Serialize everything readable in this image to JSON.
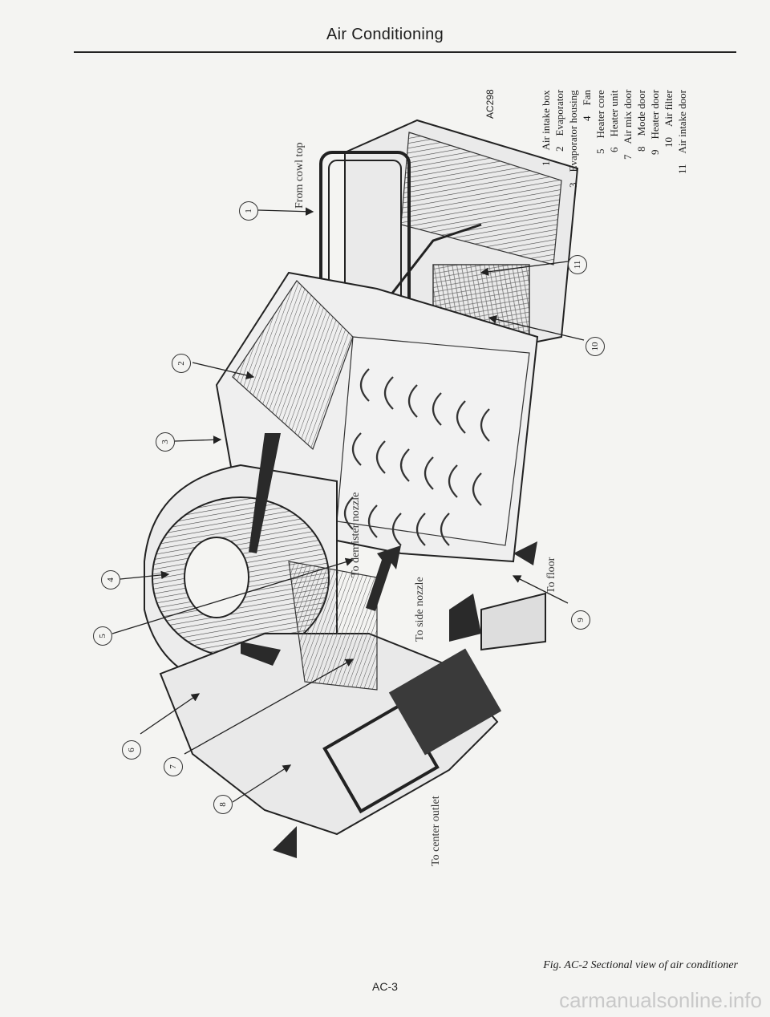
{
  "header": {
    "title": "Air Conditioning"
  },
  "figure": {
    "code": "AC298",
    "flow_labels": {
      "from_cowl_top": "From cowl top",
      "to_demister_nozzle": "To demister nozzle",
      "to_side_nozzle": "To side nozzle",
      "to_floor": "To floor",
      "to_center_outlet": "To center outlet"
    },
    "callouts": [
      "1",
      "2",
      "3",
      "4",
      "5",
      "6",
      "7",
      "8",
      "9",
      "10",
      "11"
    ],
    "legend": [
      {
        "num": "1",
        "label": "Air intake box"
      },
      {
        "num": "2",
        "label": "Evaporator"
      },
      {
        "num": "3",
        "label": "Evaporator housing"
      },
      {
        "num": "4",
        "label": "Fan"
      },
      {
        "num": "5",
        "label": "Heater core"
      },
      {
        "num": "6",
        "label": "Heater unit"
      },
      {
        "num": "7",
        "label": "Air mix door"
      },
      {
        "num": "8",
        "label": "Mode door"
      },
      {
        "num": "9",
        "label": "Heater door"
      },
      {
        "num": "10",
        "label": "Air filter"
      },
      {
        "num": "11",
        "label": "Air intake door"
      }
    ],
    "caption": "Fig. AC-2 Sectional view of air conditioner"
  },
  "footer": {
    "page_number": "AC-3",
    "watermark": "carmanualsonline.info"
  }
}
